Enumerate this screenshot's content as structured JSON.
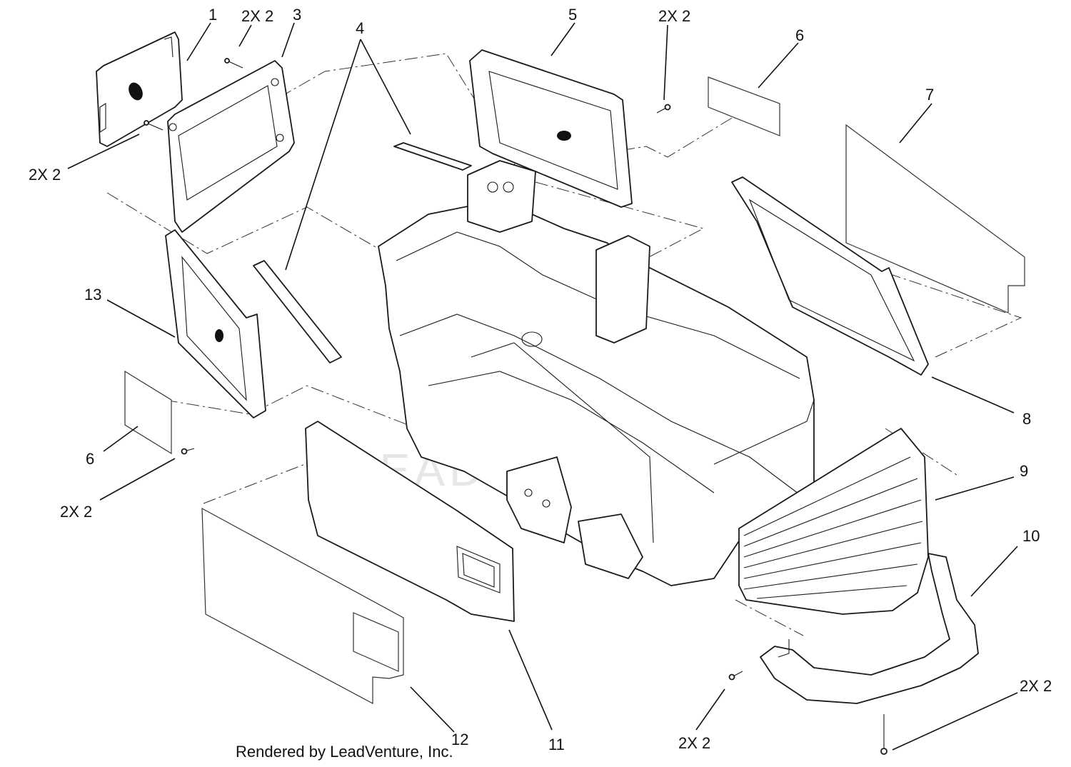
{
  "diagram": {
    "credit": "Rendered by LeadVenture, Inc.",
    "watermark": "LEADVENTURE",
    "callouts": {
      "c1": "1",
      "c2x2_top_left": "2X 2",
      "c3": "3",
      "c4": "4",
      "c5": "5",
      "c2x2_top_center": "2X 2",
      "c6_top": "6",
      "c7": "7",
      "c2x2_left": "2X 2",
      "c13": "13",
      "c8": "8",
      "c9": "9",
      "c6_bottom": "6",
      "c2x2_lower_left": "2X 2",
      "c10": "10",
      "c2x2_bottom_right": "2X 2",
      "c12": "12",
      "c11": "11",
      "c2x2_bottom_center": "2X 2"
    }
  }
}
